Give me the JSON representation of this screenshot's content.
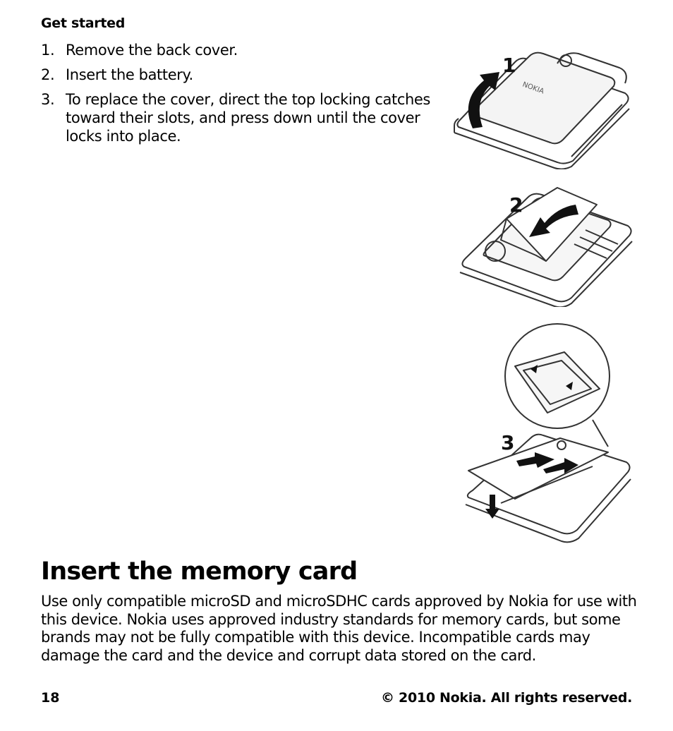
{
  "header": {
    "section": "Get started"
  },
  "steps": [
    {
      "number": "1.",
      "text": "Remove the back cover."
    },
    {
      "number": "2.",
      "text": "Insert the battery."
    },
    {
      "number": "3.",
      "text": "To replace the cover, direct the top locking catches toward their slots, and press down until the cover locks into place."
    }
  ],
  "figures": [
    {
      "label": "1",
      "depicts": "remove-back-cover"
    },
    {
      "label": "2",
      "depicts": "insert-battery"
    },
    {
      "label": "3",
      "depicts": "replace-cover"
    }
  ],
  "memory_card": {
    "title": "Insert the memory card",
    "body": "Use only compatible microSD and microSDHC cards approved by Nokia for use with this device. Nokia uses approved industry standards for memory cards, but some brands may not be fully compatible with this device. Incompatible cards may damage the card and the device and corrupt data stored on the card."
  },
  "footer": {
    "page_number": "18",
    "copyright": "© 2010 Nokia. All rights reserved."
  }
}
